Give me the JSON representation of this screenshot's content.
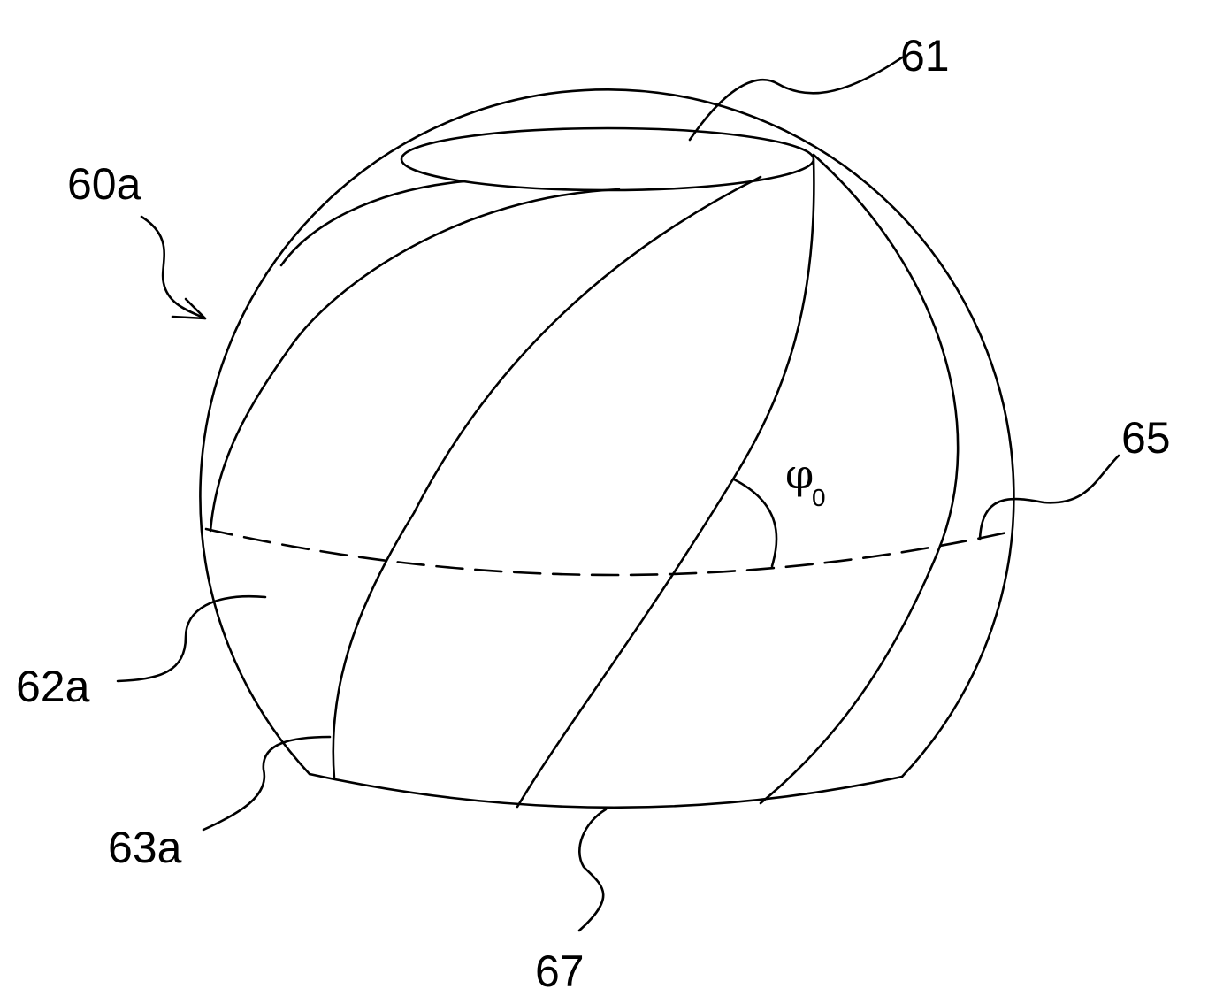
{
  "figure": {
    "labels": {
      "ref_61": "61",
      "ref_60a": "60a",
      "ref_65": "65",
      "ref_62a": "62a",
      "ref_63a": "63a",
      "ref_67": "67"
    },
    "angle": {
      "symbol": "φ",
      "subscript": "0"
    },
    "stroke_color": "#000000",
    "background_color": "#ffffff"
  }
}
